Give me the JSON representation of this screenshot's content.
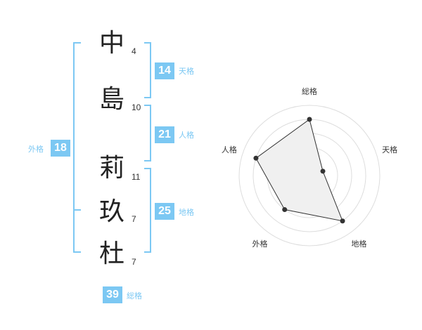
{
  "name": {
    "characters": [
      {
        "char": "中",
        "strokes": "4"
      },
      {
        "char": "島",
        "strokes": "10"
      },
      {
        "char": "莉",
        "strokes": "11"
      },
      {
        "char": "玖",
        "strokes": "7"
      },
      {
        "char": "杜",
        "strokes": "7"
      }
    ]
  },
  "fortunes": {
    "tenkaku": {
      "value": "14",
      "label": "天格"
    },
    "jinkaku": {
      "value": "21",
      "label": "人格"
    },
    "chikaku": {
      "value": "25",
      "label": "地格"
    },
    "gaikaku": {
      "value": "18",
      "label": "外格"
    },
    "soukaku": {
      "value": "39",
      "label": "総格"
    }
  },
  "colors": {
    "accent": "#7cc8f3",
    "text": "#222222",
    "radar_fill": "#f0f0f0",
    "radar_ring": "#dddddd"
  },
  "chart_data": {
    "type": "radar",
    "axes": [
      "総格",
      "天格",
      "地格",
      "外格",
      "人格"
    ],
    "values": [
      4,
      1,
      4,
      3,
      4
    ],
    "range": [
      0,
      5
    ],
    "rings": 5,
    "grid": true
  }
}
